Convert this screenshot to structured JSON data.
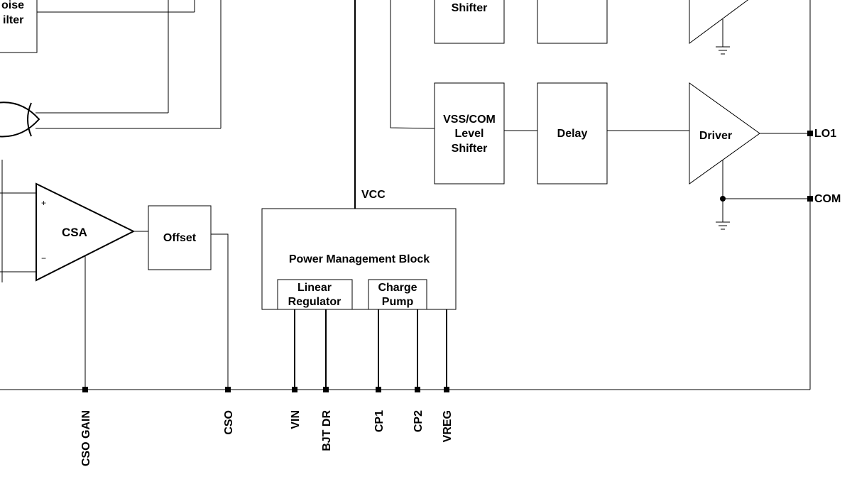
{
  "blocks": {
    "noise_filter_line1": "oise",
    "noise_filter_line2": "ilter",
    "top_shifter": "Shifter",
    "vss_shifter_line1": "VSS/COM",
    "vss_shifter_line2": "Level",
    "vss_shifter_line3": "Shifter",
    "delay": "Delay",
    "driver": "Driver",
    "csa": "CSA",
    "csa_plus": "+",
    "csa_minus": "−",
    "offset": "Offset",
    "power_management": "Power Management Block",
    "linear_regulator_line1": "Linear",
    "linear_regulator_line2": "Regulator",
    "charge_pump_line1": "Charge",
    "charge_pump_line2": "Pump",
    "vcc": "VCC"
  },
  "pins": {
    "lo1": "LO1",
    "com": "COM",
    "cso_gain": "CSO GAIN",
    "cso": "CSO",
    "vin": "VIN",
    "bjt_dr": "BJT DR",
    "cp1": "CP1",
    "cp2": "CP2",
    "vreg": "VREG"
  }
}
